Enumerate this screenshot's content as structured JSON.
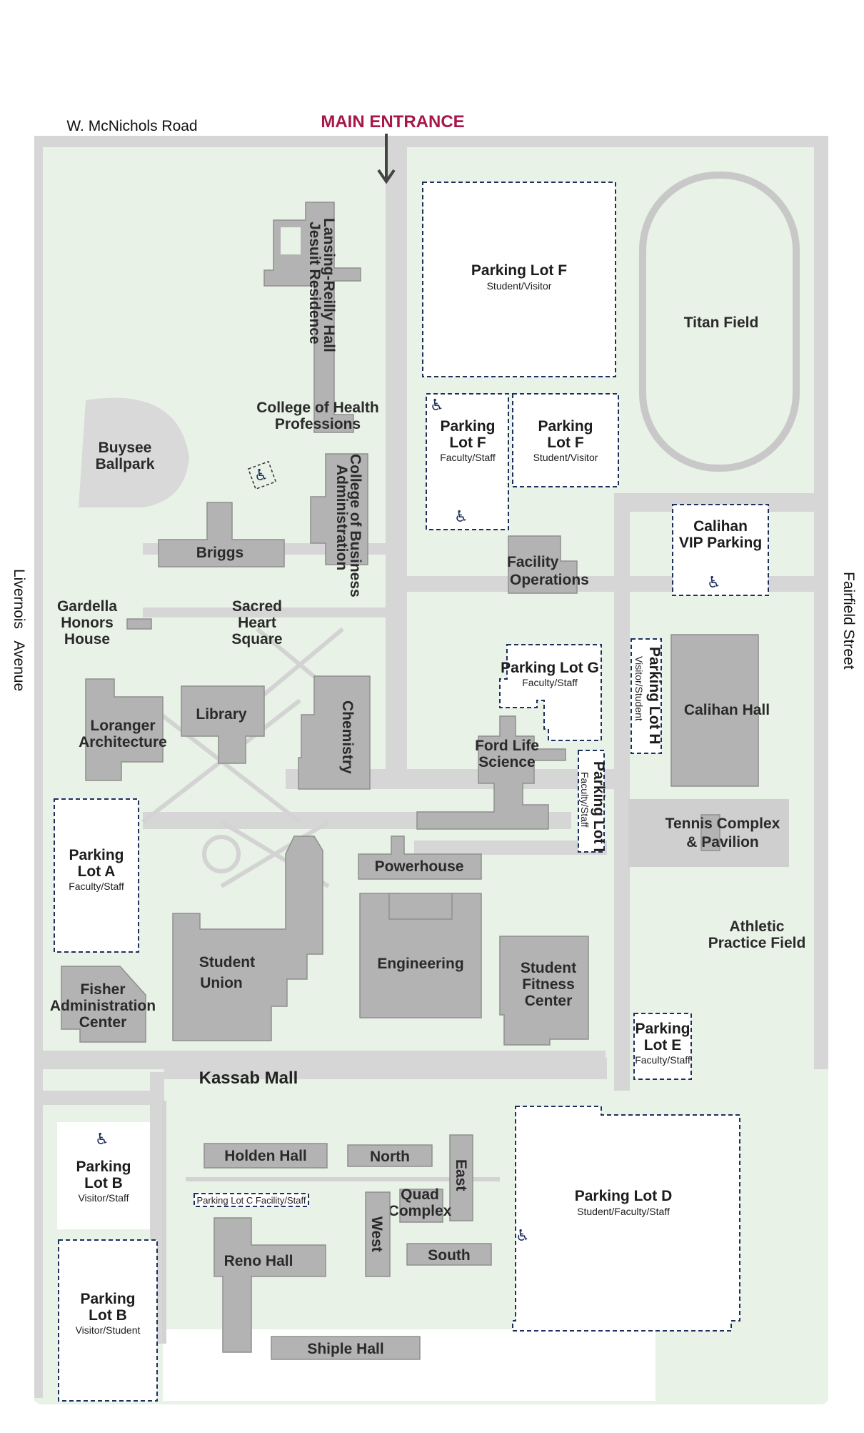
{
  "map": {
    "main_entrance": "MAIN ENTRANCE",
    "colors": {
      "entrance": "#a8174a",
      "lot_border": "#1e2f5e",
      "building": "#b3b3b3",
      "grass": "#e8f2e6",
      "road": "#d6d6d6"
    },
    "streets": {
      "north": "W. McNichols Road",
      "west": "Livernois   Avenue",
      "east": "Fairfield Street"
    },
    "buildings": {
      "lansing_reilly": [
        "Lansing-Reilly Hall",
        "Jesuit Residence"
      ],
      "health_professions": [
        "College of Health",
        "Professions"
      ],
      "business_admin": [
        "College of Business",
        "Administration"
      ],
      "briggs": "Briggs",
      "gardella": [
        "Gardella",
        "Honors",
        "House"
      ],
      "sacred_heart": [
        "Sacred",
        "Heart",
        "Square"
      ],
      "loranger": [
        "Loranger",
        "Architecture"
      ],
      "library": "Library",
      "chemistry": "Chemistry",
      "ford_life": [
        "Ford Life",
        "Science"
      ],
      "facility_ops": [
        "Facility",
        "Operations"
      ],
      "calihan_hall": "Calihan Hall",
      "tennis": [
        "Tennis Complex",
        "& Pavilion"
      ],
      "powerhouse": "Powerhouse",
      "engineering": "Engineering",
      "student_union": [
        "Student",
        "Union"
      ],
      "student_fitness": [
        "Student",
        "Fitness",
        "Center"
      ],
      "fisher": [
        "Fisher",
        "Administration",
        "Center"
      ],
      "kassab_mall": "Kassab Mall",
      "holden": "Holden Hall",
      "north": "North",
      "east": "East",
      "quad": [
        "Quad",
        "Complex"
      ],
      "west": "West",
      "south": "South",
      "reno": "Reno Hall",
      "shiple": "Shiple Hall"
    },
    "fields": {
      "titan": "Titan Field",
      "buysee": [
        "Buysee",
        "Ballpark"
      ],
      "athletic": [
        "Athletic",
        "Practice Field"
      ]
    },
    "lots": {
      "f_main": {
        "name": "Parking Lot F",
        "sub": "Student/Visitor"
      },
      "f_faculty": {
        "name": [
          "Parking",
          "Lot F"
        ],
        "sub": "Faculty/Staff"
      },
      "f_student": {
        "name": [
          "Parking",
          "Lot F"
        ],
        "sub": "Student/Visitor"
      },
      "calihan_vip": {
        "name": [
          "Calihan",
          "VIP Parking"
        ]
      },
      "g": {
        "name": "Parking Lot G",
        "sub": "Faculty/Staff"
      },
      "h": {
        "name": "Parking Lot H",
        "sub": "Visitor/Student"
      },
      "i": {
        "name": "Parking Lot I",
        "sub": "Faculty/Staff"
      },
      "a": {
        "name": [
          "Parking",
          "Lot A"
        ],
        "sub": "Faculty/Staff"
      },
      "e": {
        "name": [
          "Parking",
          "Lot E"
        ],
        "sub": "Faculty/Staff"
      },
      "b_upper": {
        "name": [
          "Parking",
          "Lot B"
        ],
        "sub": "Visitor/Staff"
      },
      "b_lower": {
        "name": [
          "Parking",
          "Lot B"
        ],
        "sub": "Visitor/Student"
      },
      "c": {
        "name": "Parking Lot C Facility/Staff"
      },
      "d": {
        "name": "Parking Lot D",
        "sub": "Student/Faculty/Staff"
      }
    },
    "icons": {
      "accessible": "accessible-parking-icon",
      "arrow": "arrow-down-icon"
    }
  }
}
